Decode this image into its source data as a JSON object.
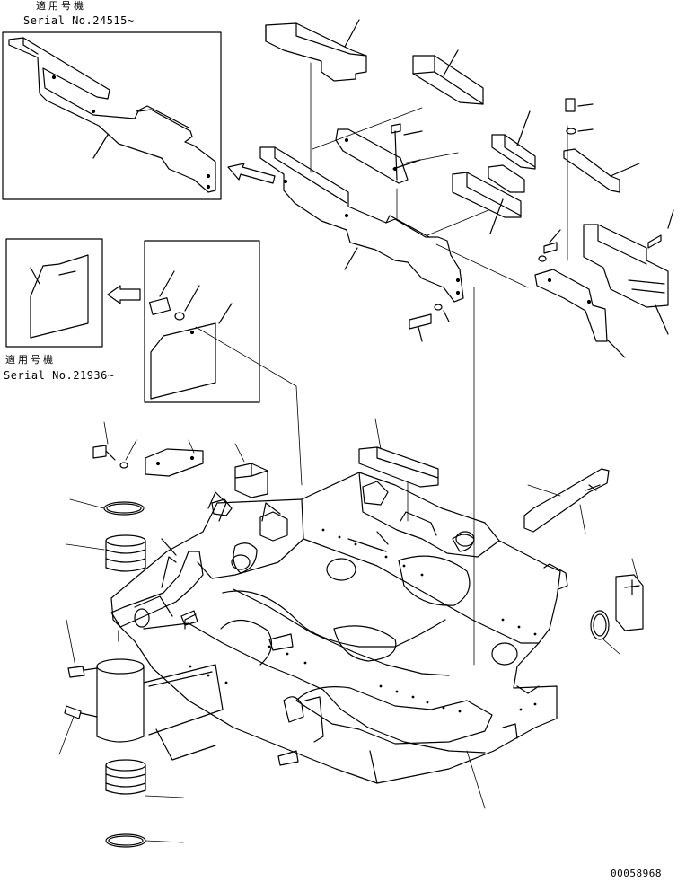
{
  "inset_top": {
    "applicable_label": "適用号機",
    "serial_label": "Serial No.24515~"
  },
  "inset_left": {
    "applicable_label": "適用号機",
    "serial_label": "Serial No.21936~"
  },
  "drawing_number": "00058968"
}
